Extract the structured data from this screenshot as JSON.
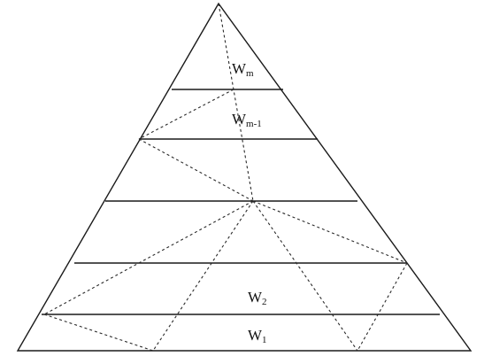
{
  "labels": {
    "w_m": {
      "base": "W",
      "sub": "m"
    },
    "w_m_minus1": {
      "base": "W",
      "sub": "m-1"
    },
    "w_2": {
      "base": "W",
      "sub": "2"
    },
    "w_1": {
      "base": "W",
      "sub": "1"
    }
  },
  "colors": {
    "line": "#1a1a1a",
    "dashed": "#2a2a2a",
    "background": "#ffffff"
  }
}
